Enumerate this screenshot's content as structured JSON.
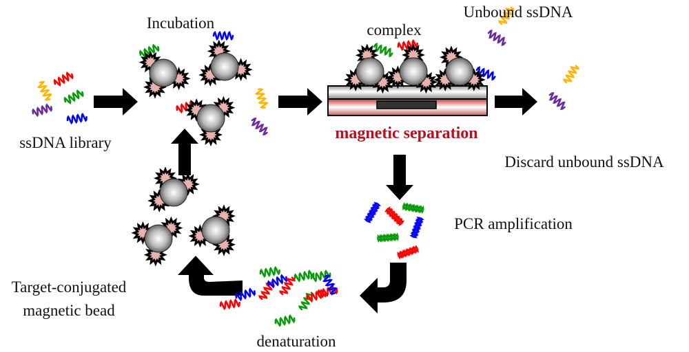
{
  "labels": {
    "incubation": "Incubation",
    "complex": "complex",
    "unbound": "Unbound ssDNA",
    "library": "ssDNA library",
    "separation": "magnetic separation",
    "discard": "Discard unbound ssDNA",
    "pcr": "PCR amplification",
    "target_line1": "Target-conjugated",
    "target_line2": "magnetic bead",
    "denaturation": "denaturation"
  },
  "colors": {
    "separation_text": "#b5121b",
    "ssdna_red": "#ff0000",
    "ssdna_green": "#079b07",
    "ssdna_blue": "#0000ff",
    "ssdna_yellow": "#ffb400",
    "ssdna_purple": "#6a2c9c",
    "target_fill": "#e8b2ae"
  }
}
